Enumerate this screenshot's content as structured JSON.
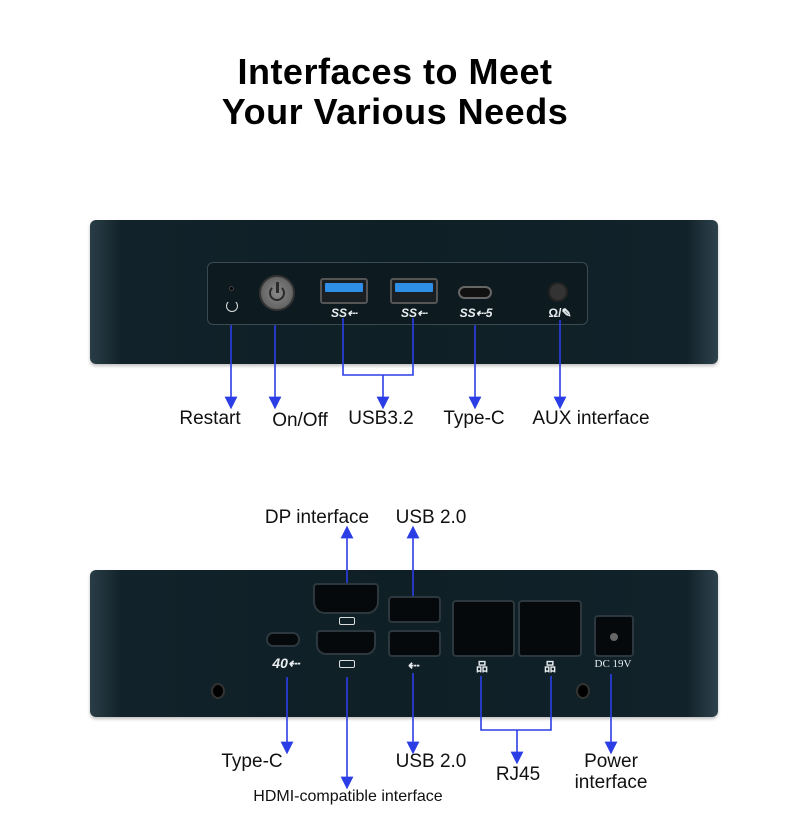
{
  "title": {
    "line1": "Interfaces to Meet",
    "line2": "Your Various Needs"
  },
  "front": {
    "labels": {
      "restart": "Restart",
      "on_off": "On/Off",
      "usb32": "USB3.2",
      "type_c": "Type-C",
      "aux": "AUX interface"
    },
    "port_marks": {
      "usb_a_1": "SS⇠",
      "usb_a_2": "SS⇠",
      "type_c": "SS⇠5",
      "aux": "Ω/✎"
    }
  },
  "back": {
    "labels": {
      "dp": "DP interface",
      "usb20_top": "USB 2.0",
      "type_c": "Type-C",
      "hdmi": "HDMI-compatible interface",
      "usb20_bottom": "USB 2.0",
      "rj45": "RJ45",
      "power_line1": "Power",
      "power_line2": "interface"
    },
    "port_marks": {
      "type_c": "40⇠",
      "dc": "DC 19V"
    }
  },
  "colors": {
    "line": "#2b3ee6",
    "device": "#10202a",
    "usb3_blue": "#2f8fe6"
  }
}
